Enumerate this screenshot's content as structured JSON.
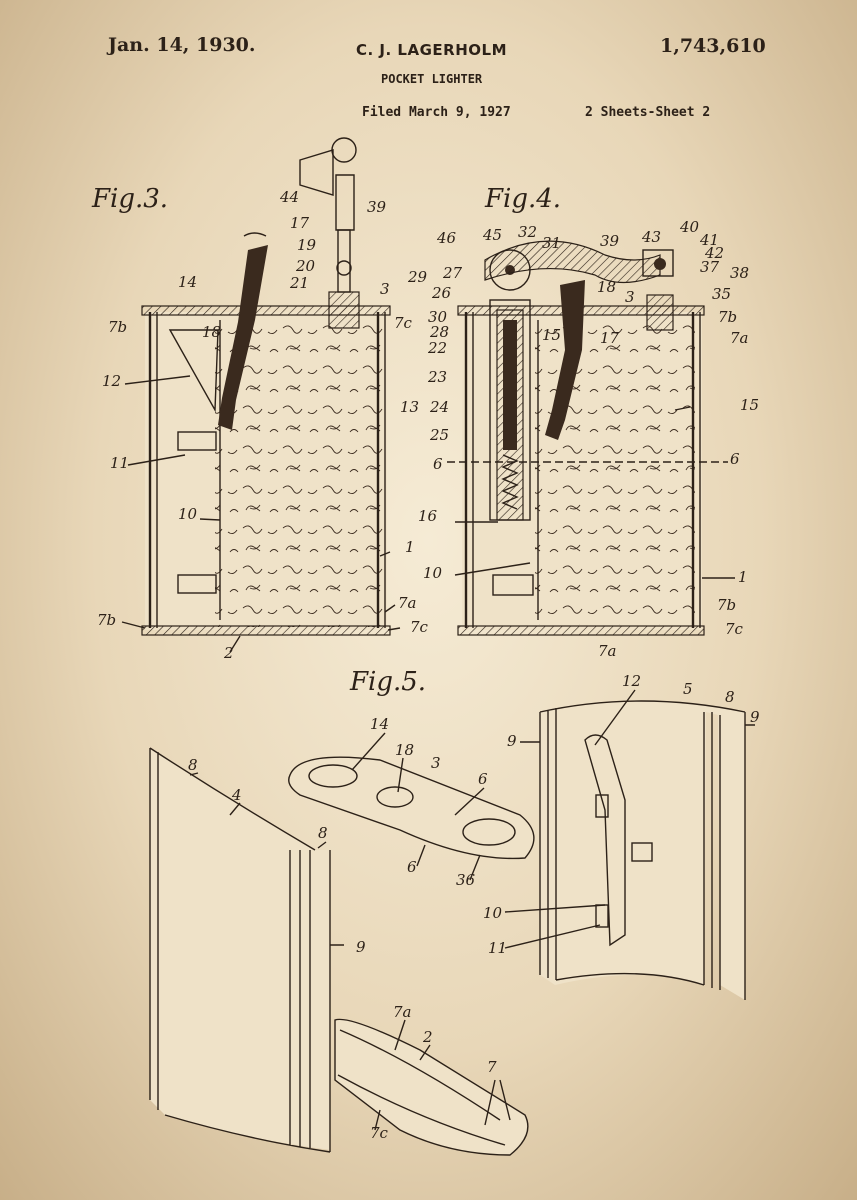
{
  "header": {
    "date": "Jan. 14, 1930.",
    "inventor": "C. J. LAGERHOLM",
    "patent_number": "1,743,610",
    "title": "POCKET LIGHTER",
    "filed": "Filed March 9, 1927",
    "sheets": "2 Sheets-Sheet  2"
  },
  "figures": {
    "fig3": {
      "label": "Fig.3.",
      "refs": [
        "44",
        "39",
        "17",
        "19",
        "20",
        "21",
        "14",
        "3",
        "7b",
        "18",
        "7c",
        "12",
        "13",
        "11",
        "10",
        "1",
        "7b",
        "7a",
        "7c",
        "2"
      ]
    },
    "fig4": {
      "label": "Fig.4.",
      "refs": [
        "46",
        "45",
        "32",
        "31",
        "39",
        "43",
        "40",
        "41",
        "42",
        "29",
        "27",
        "37",
        "38",
        "26",
        "18",
        "3",
        "35",
        "30",
        "28",
        "7b",
        "15",
        "17",
        "7a",
        "22",
        "23",
        "15",
        "24",
        "25",
        "6",
        "6",
        "16",
        "10",
        "1",
        "7b",
        "7c",
        "7a"
      ]
    },
    "fig5": {
      "label": "Fig.5.",
      "refs": [
        "12",
        "5",
        "8",
        "9",
        "9",
        "14",
        "18",
        "3",
        "6",
        "8",
        "4",
        "8",
        "6",
        "36",
        "9",
        "10",
        "11",
        "7a",
        "2",
        "7",
        "7c"
      ]
    }
  }
}
